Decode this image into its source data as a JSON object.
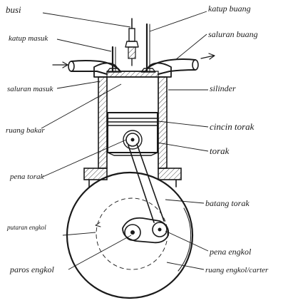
{
  "labels": {
    "busi": "busi",
    "katup_buang": "katup buang",
    "katup_masuk": "katup masuk",
    "saluran_buang": "saluran buang",
    "saluran_masuk": "saluran masuk",
    "silinder": "silinder",
    "ruang_bakar": "ruang bakar",
    "cincin_torak": "cincin torak",
    "torak": "torak",
    "pena_torak": "pena torak",
    "batang_torak": "batang torak",
    "putaran_engkol": "putaran engkol",
    "paros_engkol": "paros engkol",
    "pena_engkol": "pena engkol",
    "ruang_engkol_carter": "ruang engkol/carter"
  }
}
